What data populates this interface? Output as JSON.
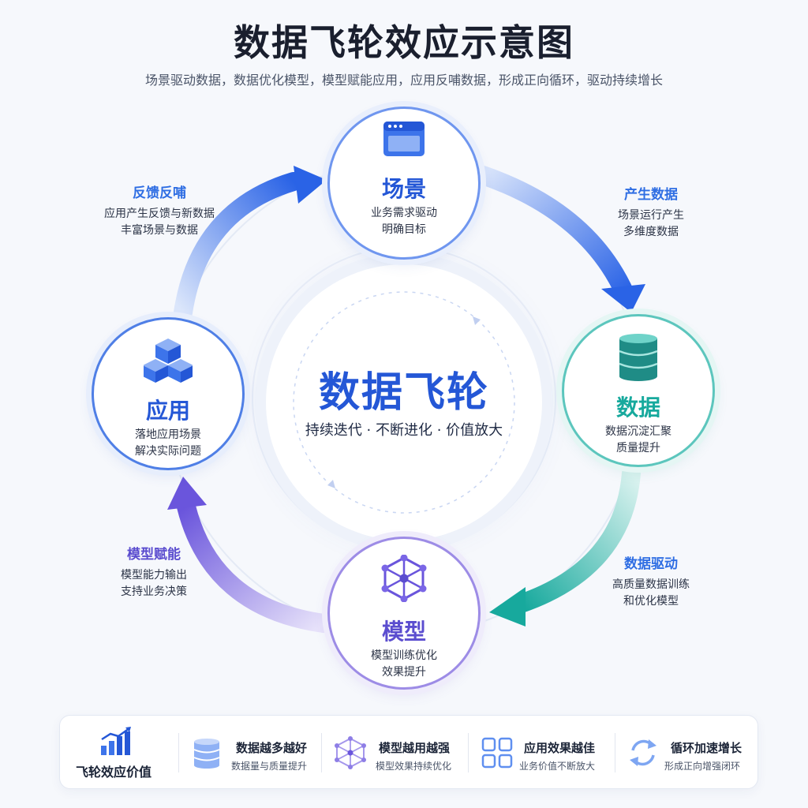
{
  "title": "数据飞轮效应示意图",
  "subtitle": "场景驱动数据，数据优化模型，模型赋能应用，应用反哺数据，形成正向循环，驱动持续增长",
  "center": {
    "title": "数据飞轮",
    "subtitle": "持续迭代 · 不断进化 · 价值放大"
  },
  "nodes": {
    "scene": {
      "name": "场景",
      "desc1": "业务需求驱动",
      "desc2": "明确目标",
      "icon": "browser-window-icon",
      "color": "#2f6ee3"
    },
    "data": {
      "name": "数据",
      "desc1": "数据沉淀汇聚",
      "desc2": "质量提升",
      "icon": "database-icon",
      "color": "#1aa79c"
    },
    "model": {
      "name": "模型",
      "desc1": "模型训练优化",
      "desc2": "效果提升",
      "icon": "network-hexagon-icon",
      "color": "#5b4dcf"
    },
    "app": {
      "name": "应用",
      "desc1": "落地应用场景",
      "desc2": "解决实际问题",
      "icon": "cubes-icon",
      "color": "#2f6ee3"
    }
  },
  "arrows": {
    "produce": {
      "title": "产生数据",
      "desc1": "场景运行产生",
      "desc2": "多维度数据"
    },
    "drive": {
      "title": "数据驱动",
      "desc1": "高质量数据训练",
      "desc2": "和优化模型"
    },
    "empower": {
      "title": "模型赋能",
      "desc1": "模型能力输出",
      "desc2": "支持业务决策"
    },
    "feedback": {
      "title": "反馈反哺",
      "desc1": "应用产生反馈与新数据",
      "desc2": "丰富场景与数据"
    }
  },
  "bottom": {
    "label": "飞轮效应价值",
    "items": [
      {
        "title": "数据越多越好",
        "desc": "数据量与质量提升",
        "icon": "database-icon"
      },
      {
        "title": "模型越用越强",
        "desc": "模型效果持续优化",
        "icon": "network-hexagon-icon"
      },
      {
        "title": "应用效果越佳",
        "desc": "业务价值不断放大",
        "icon": "grid-squares-icon"
      },
      {
        "title": "循环加速增长",
        "desc": "形成正向增强闭环",
        "icon": "cycle-arrows-icon"
      }
    ]
  }
}
